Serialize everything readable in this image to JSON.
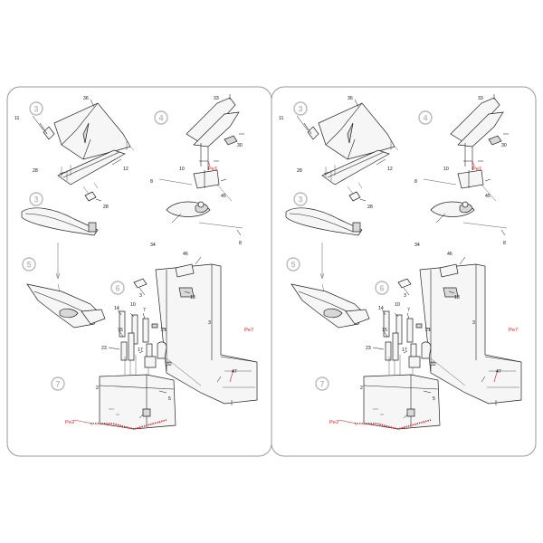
{
  "panels": [
    {
      "steps": [
        "3",
        "4",
        "3",
        "5",
        "6",
        "7"
      ],
      "parts": {
        "p36": "36",
        "p11": "11",
        "p12": "12",
        "p28a": "28",
        "p28b": "28",
        "p33": "33",
        "p30": "30",
        "p10": "10",
        "pe1": "Pe1",
        "p8a": "8",
        "p45": "45",
        "p34": "34",
        "p8b": "8",
        "p46": "46",
        "p3a": "3",
        "p13": "13",
        "p3b": "3",
        "pe7": "Pe7",
        "p47": "47",
        "p14": "14",
        "p10b": "10",
        "p7": "7",
        "p21": "21",
        "p15": "15",
        "p23": "23",
        "p17": "17",
        "p32": "32",
        "p2": "2",
        "p5": "5",
        "pe2": "Pe2"
      }
    },
    {
      "steps": [
        "3",
        "4",
        "3",
        "5",
        "6",
        "7"
      ],
      "parts": {
        "p36": "36",
        "p11": "11",
        "p12": "12",
        "p28a": "28",
        "p28b": "28",
        "p33": "33",
        "p30": "30",
        "p10": "10",
        "pe1": "Pe1",
        "p8a": "8",
        "p45": "45",
        "p34": "34",
        "p8b": "8",
        "p46": "46",
        "p3a": "3",
        "p13": "13",
        "p3b": "3",
        "pe7": "Pe7",
        "p47": "47",
        "p14": "14",
        "p10b": "10",
        "p7": "7",
        "p21": "21",
        "p15": "15",
        "p23": "23",
        "p17": "17",
        "p32": "32",
        "p2": "2",
        "p5": "5",
        "pe2": "Pe2"
      }
    }
  ],
  "colors": {
    "accent_red": "#d8252b",
    "line": "#222222",
    "step_grey": "#b9b9b9"
  }
}
